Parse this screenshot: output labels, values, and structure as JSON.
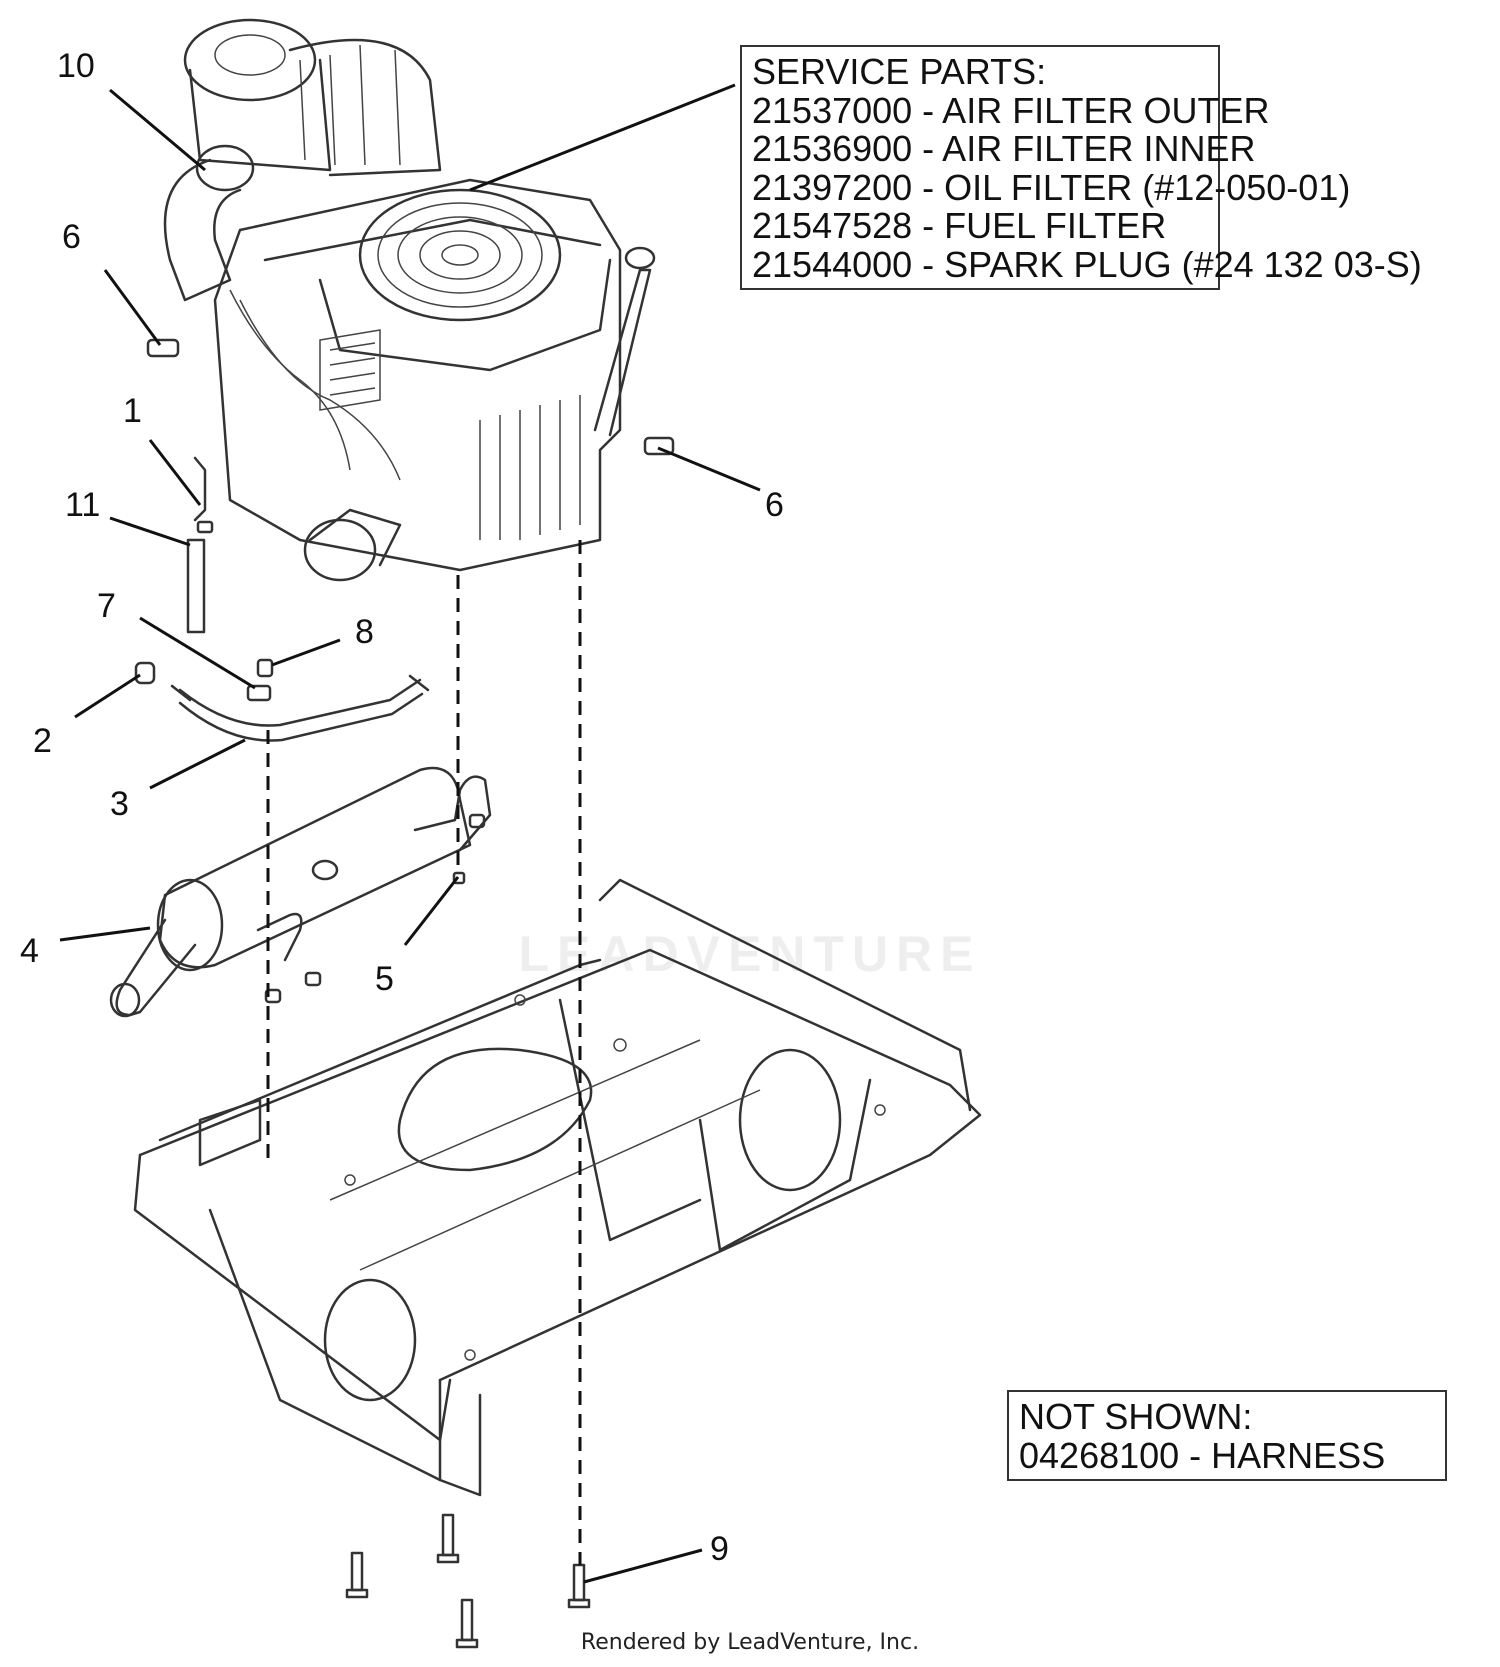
{
  "callouts": {
    "c1": "1",
    "c2": "2",
    "c3": "3",
    "c4": "4",
    "c5": "5",
    "c6a": "6",
    "c6b": "6",
    "c7": "7",
    "c8": "8",
    "c9": "9",
    "c10": "10",
    "c11": "11"
  },
  "service_parts": {
    "title": "SERVICE PARTS:",
    "items": [
      "21537000 - AIR FILTER OUTER",
      "21536900 - AIR FILTER INNER",
      "21397200 - OIL FILTER (#12-050-01)",
      "21547528 - FUEL FILTER",
      "21544000 - SPARK PLUG (#24 132 03-S)"
    ]
  },
  "not_shown": {
    "title": "NOT SHOWN:",
    "items": [
      "04268100 - HARNESS"
    ]
  },
  "watermark": "LEADVENTURE",
  "footer": "Rendered by LeadVenture, Inc."
}
